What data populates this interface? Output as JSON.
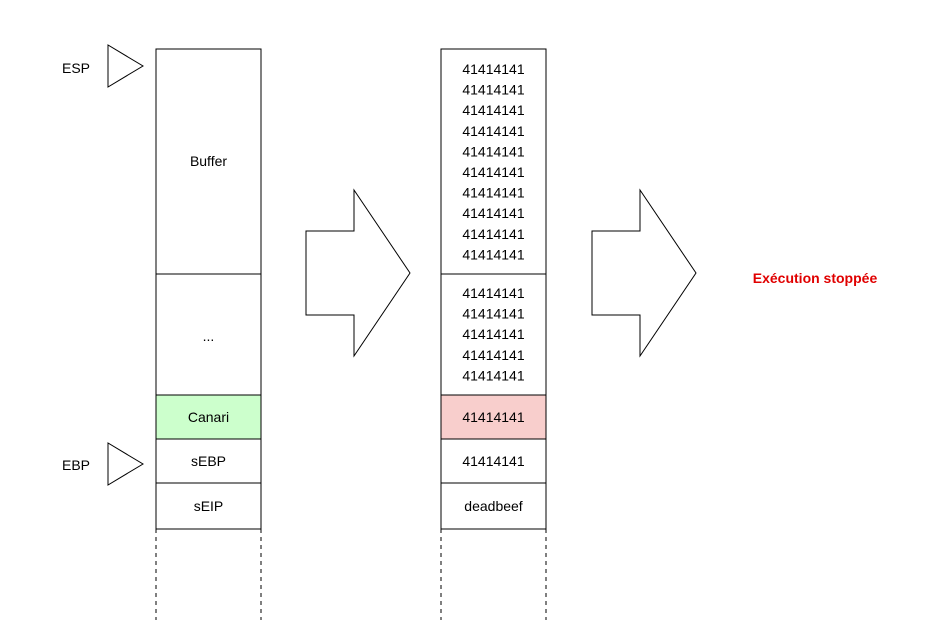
{
  "left_stack": {
    "pointers": {
      "esp": "ESP",
      "ebp": "EBP"
    },
    "cells": {
      "buffer": "Buffer",
      "ellipsis": "...",
      "canary": "Canari",
      "sebp": "sEBP",
      "seip": "sEIP"
    }
  },
  "right_stack": {
    "buffer_lines": [
      "41414141",
      "41414141",
      "41414141",
      "41414141",
      "41414141",
      "41414141",
      "41414141",
      "41414141",
      "41414141",
      "41414141"
    ],
    "middle_lines": [
      "41414141",
      "41414141",
      "41414141",
      "41414141",
      "41414141"
    ],
    "canary_value": "41414141",
    "sebp_value": "41414141",
    "seip_value": "deadbeef"
  },
  "result": {
    "text": "Exécution stoppée",
    "color": "#e00000"
  },
  "colors": {
    "canary_ok": "#ccffcc",
    "canary_bad": "#f8cecc",
    "stroke": "#000000"
  }
}
